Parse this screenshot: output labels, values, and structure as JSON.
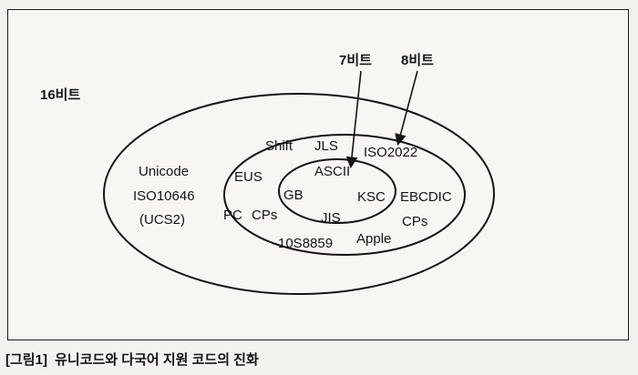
{
  "diagram": {
    "outer_label": "16비트",
    "arrow_7bit": "7비트",
    "arrow_8bit": "8비트",
    "outer_set": {
      "line1": "Unicode",
      "line2": "ISO10646",
      "line3": "(UCS2)"
    },
    "middle_set": {
      "shift": "Shift",
      "jls": "JLS",
      "iso2022": "ISO2022",
      "eus": "EUS",
      "ebcdic": "EBCDIC",
      "pc": "PC",
      "cps_left": "CPs",
      "cps_right": "CPs",
      "ks8859": "10S8859",
      "apple": "Apple"
    },
    "inner_set": {
      "ascii": "ASCII",
      "gb": "GB",
      "ksc": "KSC",
      "jis": "JIS"
    }
  },
  "caption": {
    "figure_label": "[그림1]",
    "text": "유니코드와 다국어 지원 코드의 진화"
  }
}
